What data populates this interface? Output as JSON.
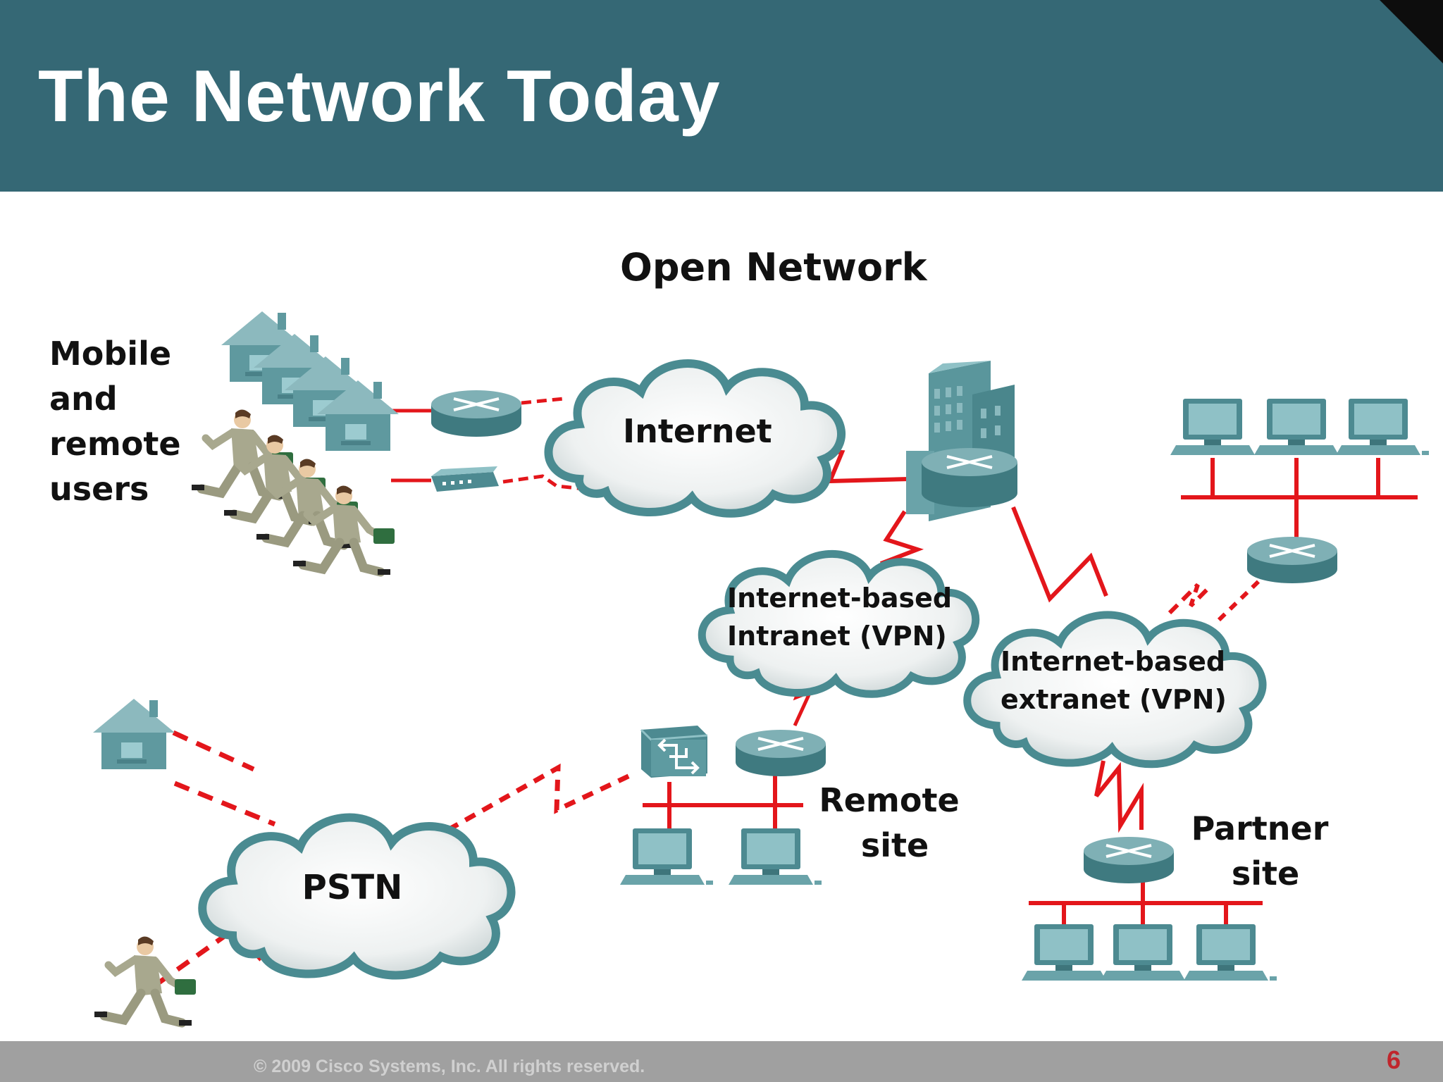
{
  "slide": {
    "title": "The Network Today",
    "footer": "© 2009 Cisco Systems, Inc. All rights reserved.",
    "page_number": "6"
  },
  "diagram": {
    "title": "Open Network",
    "labels": {
      "mobile": [
        "Mobile",
        "and",
        "remote",
        "users"
      ],
      "internet": "Internet",
      "intranet": [
        "Internet-based",
        "Intranet (VPN)"
      ],
      "extranet": [
        "Internet-based",
        "extranet (VPN)"
      ],
      "remote_site": [
        "Remote",
        "site"
      ],
      "partner_site": [
        "Partner",
        "site"
      ],
      "pstn": "PSTN"
    }
  },
  "colors": {
    "header": "#356875",
    "link": "#e3161b",
    "device": "#4d8a91",
    "footer": "#a0a0a0",
    "page_number": "#c0262c"
  }
}
